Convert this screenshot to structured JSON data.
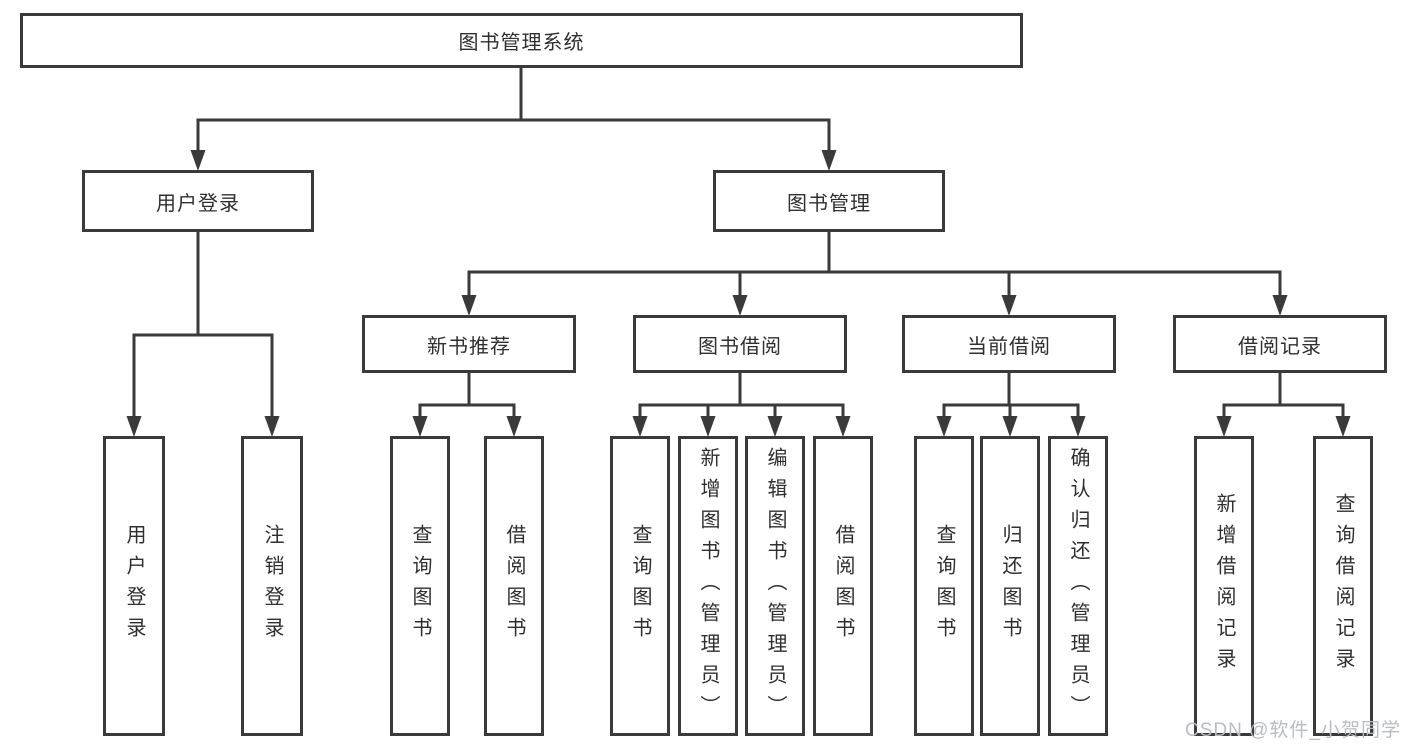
{
  "diagram": {
    "type": "tree-structure-diagram",
    "colors": {
      "background": "#ffffff",
      "box_border": "#3a3a3a",
      "connector_line": "#3a3a3a",
      "text": "#2f2f2f",
      "watermark": "#b9bcc1"
    },
    "nodes": {
      "root": "图书管理系统",
      "level2": [
        "用户登录",
        "图书管理"
      ],
      "level3": [
        "新书推荐",
        "图书借阅",
        "当前借阅",
        "借阅记录"
      ],
      "leaves_user_login": [
        "用户登录",
        "注销登录"
      ],
      "leaves_new_book": [
        "查询图书",
        "借阅图书"
      ],
      "leaves_book_borrow": [
        "查询图书",
        "新增图书（管理员）",
        "编辑图书（管理员）",
        "借阅图书"
      ],
      "leaves_current_borrow": [
        "查询图书",
        "归还图书",
        "确认归还（管理员）"
      ],
      "leaves_borrow_record": [
        "新增借阅记录",
        "查询借阅记录"
      ]
    },
    "hierarchy": {
      "图书管理系统": {
        "用户登录": [
          "用户登录",
          "注销登录"
        ],
        "图书管理": {
          "新书推荐": [
            "查询图书",
            "借阅图书"
          ],
          "图书借阅": [
            "查询图书",
            "新增图书（管理员）",
            "编辑图书（管理员）",
            "借阅图书"
          ],
          "当前借阅": [
            "查询图书",
            "归还图书",
            "确认归还（管理员）"
          ],
          "借阅记录": [
            "新增借阅记录",
            "查询借阅记录"
          ]
        }
      }
    }
  },
  "watermark": "CSDN @软件_小贺同学"
}
